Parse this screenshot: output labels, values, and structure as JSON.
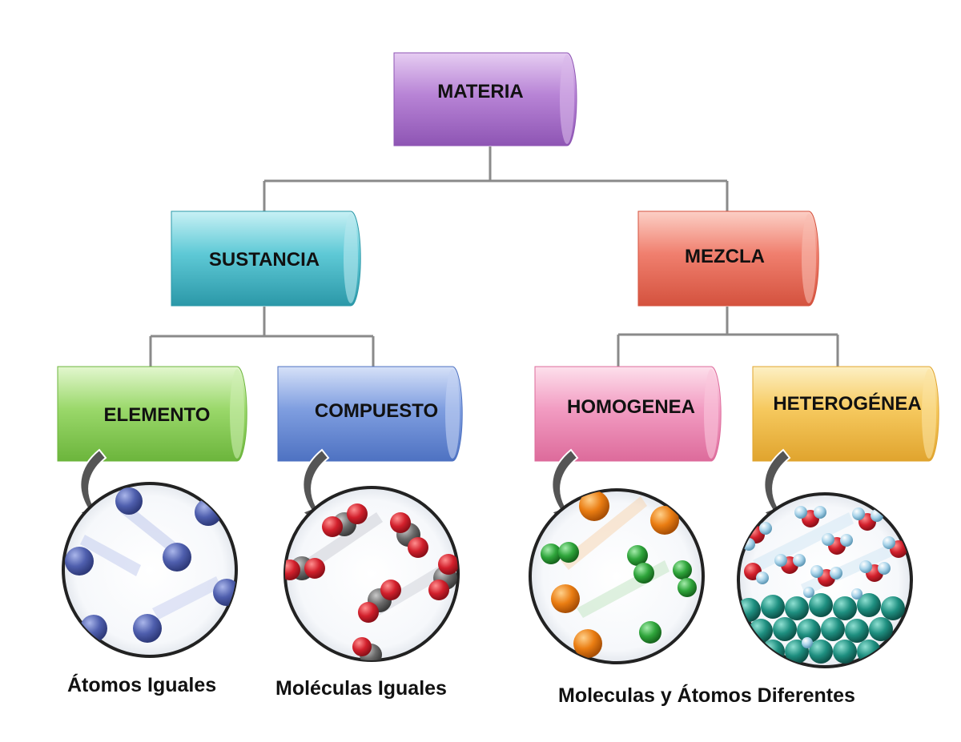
{
  "nodes": {
    "materia": {
      "label": "MATERIA",
      "color": "#b884d6"
    },
    "sustancia": {
      "label": "SUSTANCIA",
      "color": "#5ec9d6"
    },
    "mezcla": {
      "label": "MEZCLA",
      "color": "#f07f6e"
    },
    "elemento": {
      "label": "ELEMENTO",
      "color": "#9ad86a"
    },
    "compuesto": {
      "label": "COMPUESTO",
      "color": "#7f9ee0"
    },
    "homogenea": {
      "label": "HOMOGENEA",
      "color": "#f29cc2"
    },
    "heterogenea": {
      "label": "HETEROGÉNEA",
      "color": "#f6c95e"
    }
  },
  "captions": {
    "elemento": "Átomos Iguales",
    "compuesto": "Moléculas Iguales",
    "mezcla": "Moleculas y Átomos Diferentes"
  },
  "particle_colors": {
    "atom_blue": "#4f5fae",
    "oxygen_red": "#d2202c",
    "carbon_gray": "#6b6b6b",
    "orange": "#ea7d12",
    "green": "#2fa53b",
    "light_blue": "#a9d4ea",
    "teal": "#1e8f80"
  }
}
